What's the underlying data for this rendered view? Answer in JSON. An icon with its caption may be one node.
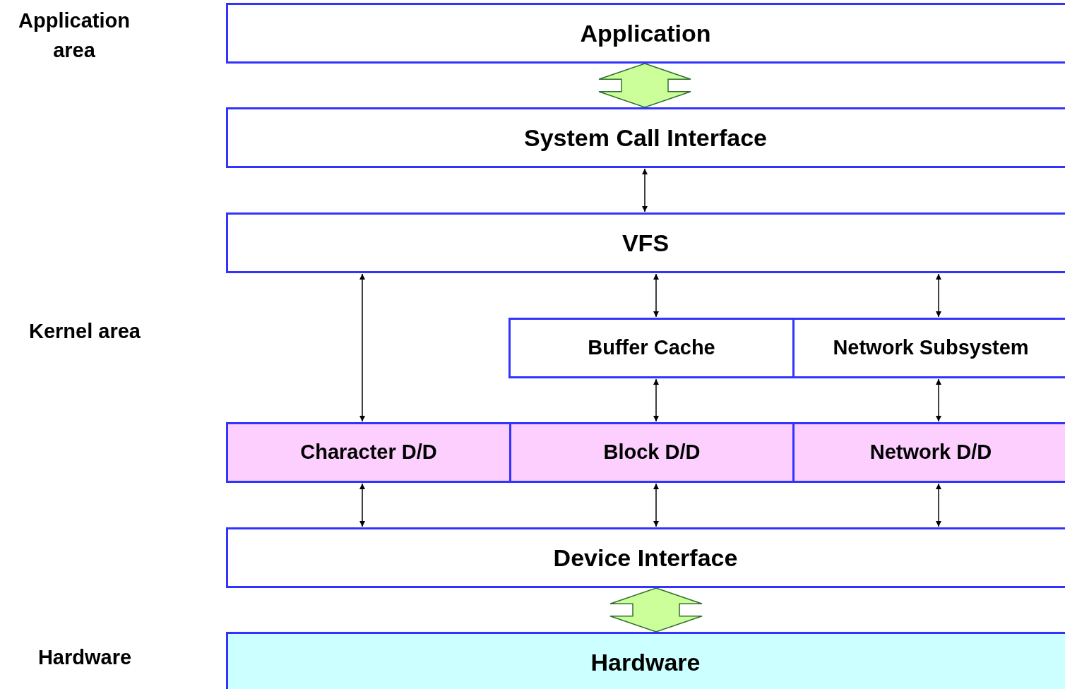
{
  "diagram": {
    "nodes": [
      {
        "text": [
          "Application"
        ]
      },
      {
        "text": [
          "System Call Interface"
        ]
      },
      {
        "text": [
          "VFS"
        ]
      },
      {
        "text": [
          "Buffer Cache"
        ]
      },
      {
        "text": [
          "Network Subsystem"
        ]
      },
      {
        "text": [
          "Character D/D"
        ]
      },
      {
        "text": [
          "Block D/D"
        ]
      },
      {
        "text": [
          "Network D/D"
        ]
      },
      {
        "text": [
          "Device Interface"
        ]
      },
      {
        "text": [
          "Hardware"
        ]
      }
    ],
    "edges": [
      {
        "from": 0,
        "to": 1,
        "arrow": "both",
        "style": "thick",
        "color": "#ccff99"
      },
      {
        "from": 1,
        "to": 2,
        "arrow": "both"
      },
      {
        "from": 2,
        "to": 5,
        "arrow": "both"
      },
      {
        "from": 2,
        "to": 3,
        "arrow": "both"
      },
      {
        "from": 2,
        "to": 4,
        "arrow": "both"
      },
      {
        "from": 3,
        "to": 6,
        "arrow": "both"
      },
      {
        "from": 4,
        "to": 7,
        "arrow": "both"
      },
      {
        "from": 5,
        "to": 8,
        "arrow": "both"
      },
      {
        "from": 6,
        "to": 8,
        "arrow": "both"
      },
      {
        "from": 7,
        "to": 8,
        "arrow": "both"
      },
      {
        "from": 8,
        "to": 9,
        "arrow": "both",
        "style": "thick",
        "color": "#ccff99"
      }
    ],
    "labels": [
      "Application area",
      "Kernel area",
      "Hardware"
    ]
  }
}
